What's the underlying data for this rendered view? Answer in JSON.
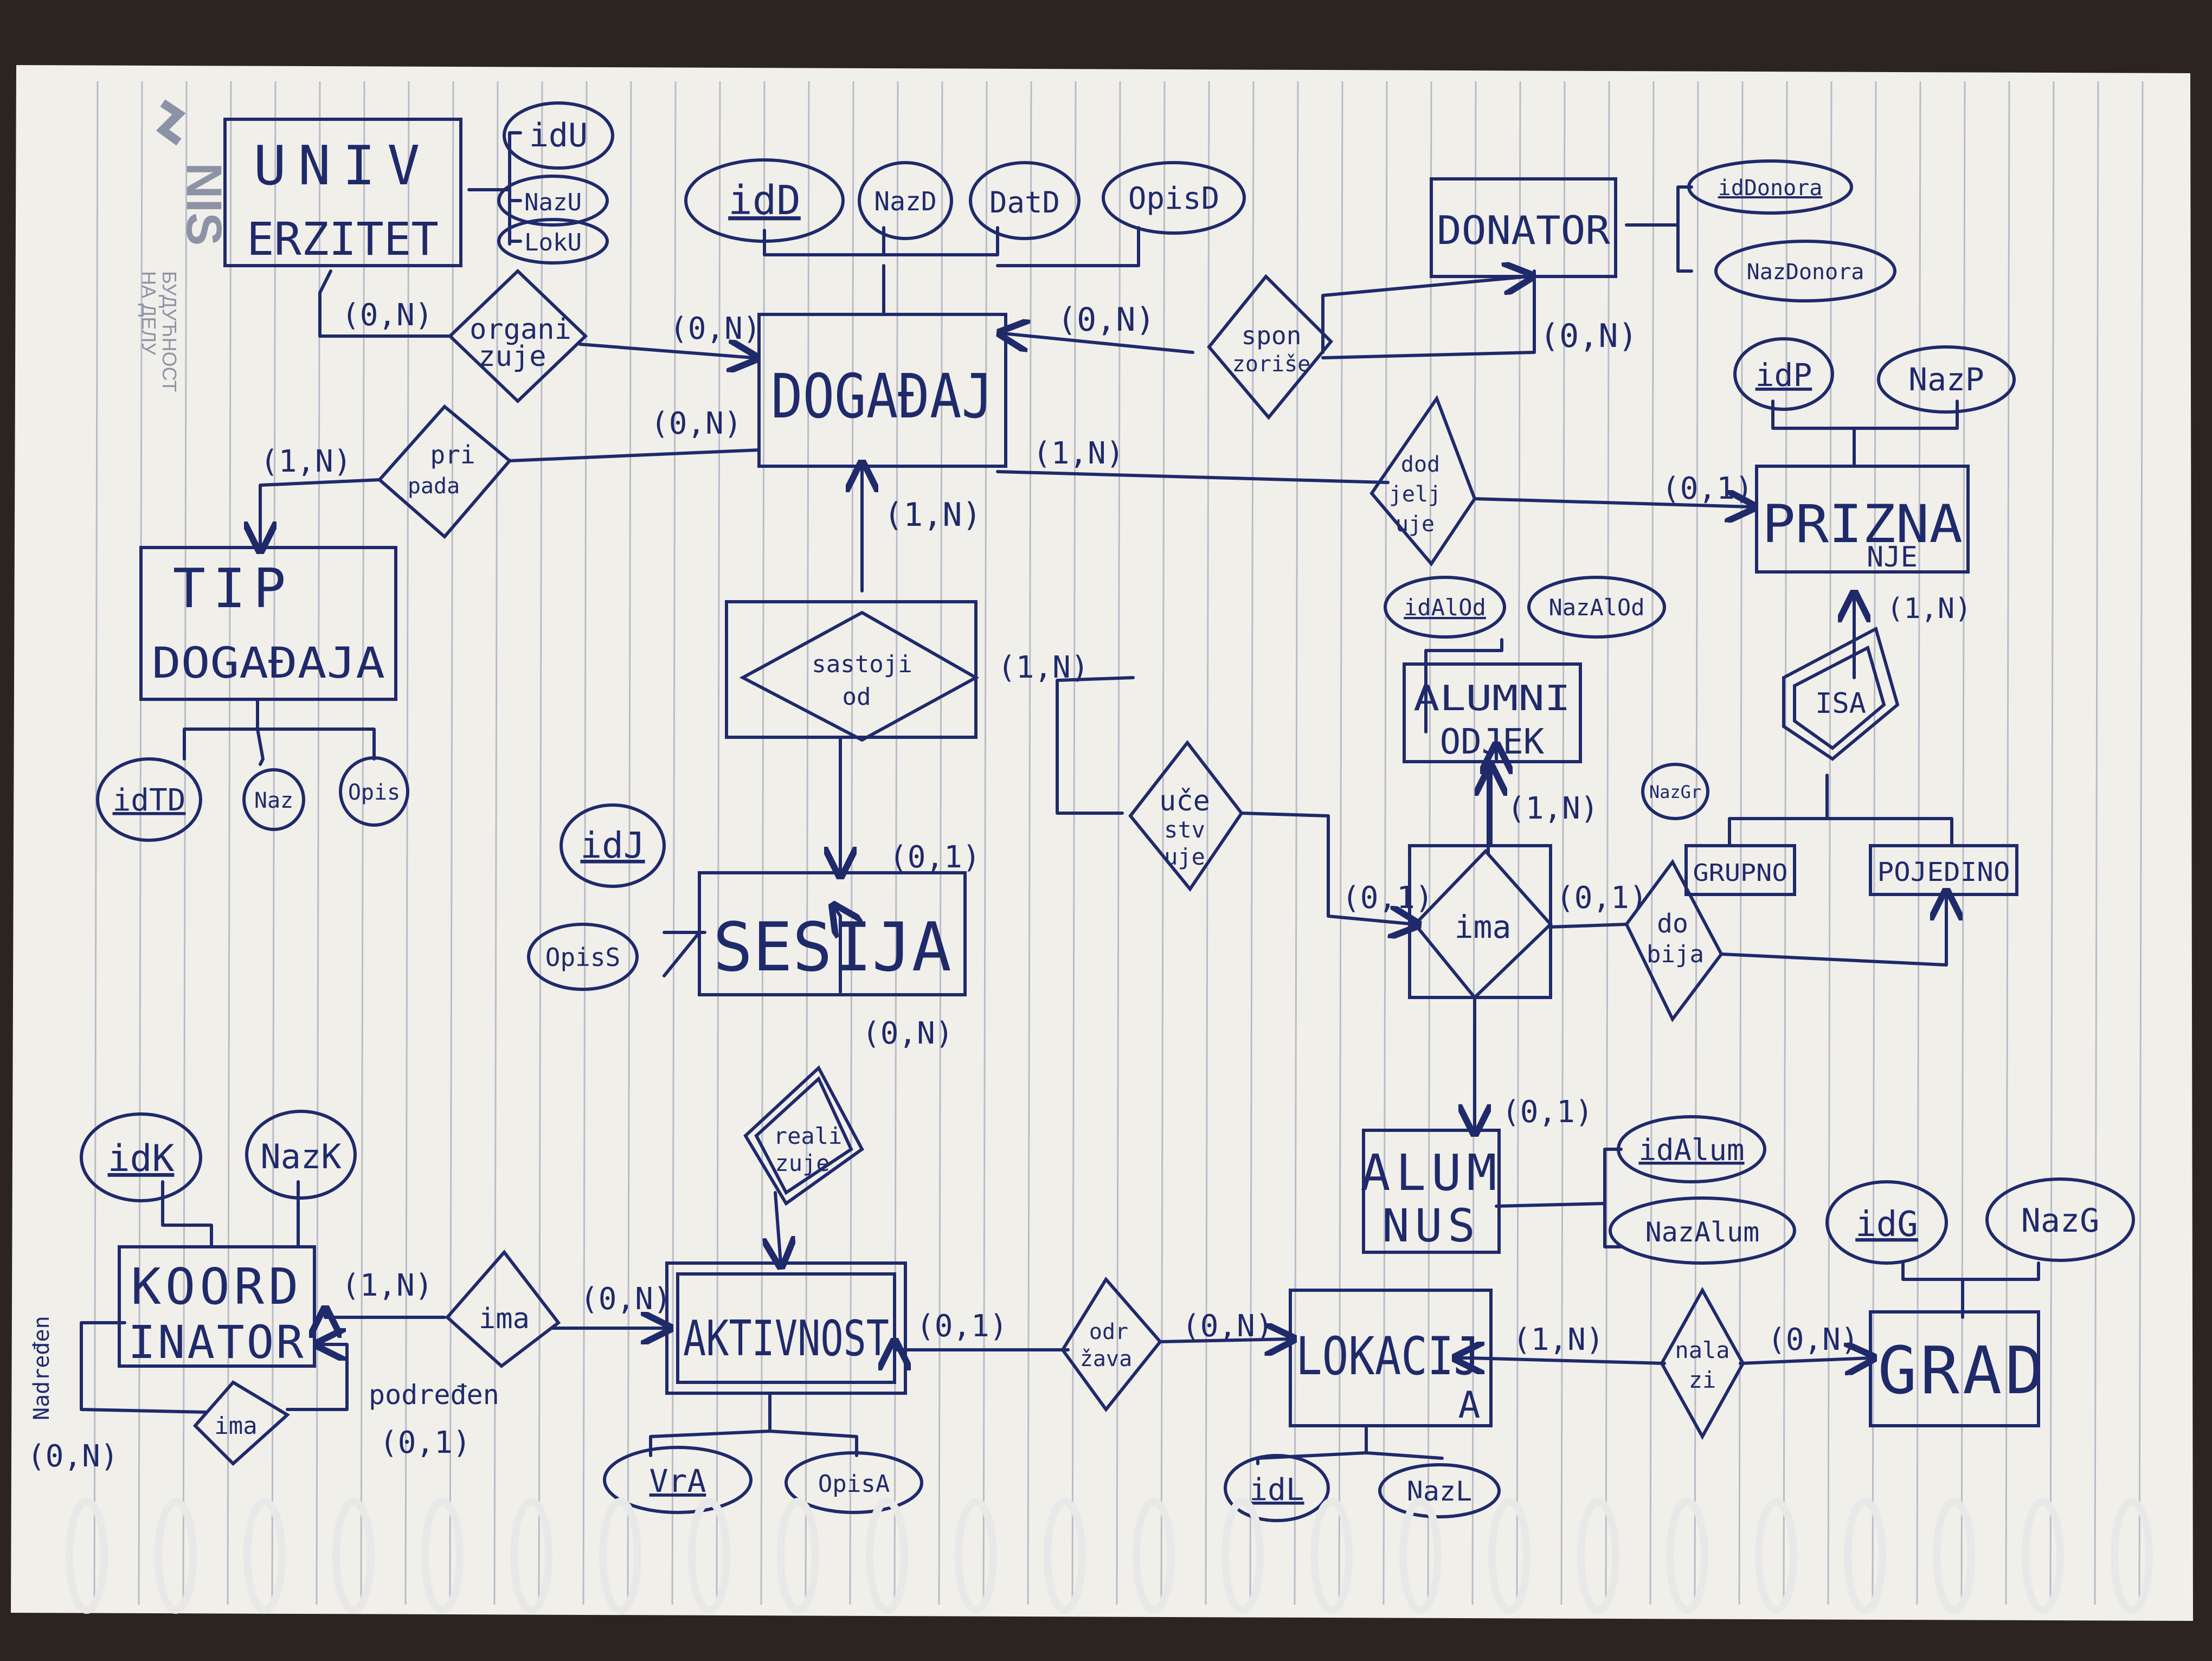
{
  "logo": {
    "brand": "NIS",
    "tagline_1": "БУДУЋНОСТ",
    "tagline_2": "НА ДЕЛУ"
  },
  "colors": {
    "ink": "#1f2a6b",
    "paper": "#f1efea",
    "rule_line": "#b9bcc7",
    "desk": "#2b2420",
    "spiral": "#e8e8e8"
  },
  "entities": {
    "univerzitet": [
      "UNIV",
      "ERZITET"
    ],
    "dogadaj": [
      "DOGAĐAJ"
    ],
    "donator": [
      "DONATOR"
    ],
    "tip_dogadaja": [
      "TIP",
      "DOGAĐAJA"
    ],
    "priznanje": [
      "PRIZNA",
      "NJE"
    ],
    "alumni_odjek": [
      "ALUMNI",
      "ODJEK"
    ],
    "sesija": [
      "SESIJA"
    ],
    "alumnus": [
      "ALUM",
      "NUS"
    ],
    "koordinator": [
      "KOORD",
      "INATOR"
    ],
    "aktivnost": [
      "AKTIVNOST"
    ],
    "lokacija": [
      "LOKACIJ",
      "A"
    ],
    "grad": [
      "GRAD"
    ],
    "grupno": [
      "GRUPNO"
    ],
    "pojedino": [
      "POJEDINO"
    ]
  },
  "attributes": {
    "idU": "idU",
    "NazU": "NazU",
    "LokU": "LokU",
    "idD": "idD",
    "NazD": "NazD",
    "DatD": "DatD",
    "OpisD": "OpisD",
    "idDonora": "idDonora",
    "NazDonora": "NazDonora",
    "idP": "idP",
    "NazP": "NazP",
    "idTD": "idTD",
    "NazTD": "Naz",
    "OpisTD": "Opis",
    "idAlOd": "idAlOd",
    "NazAlOd": "NazAlOd",
    "idJ": "idJ",
    "OpisS": "OpisS",
    "NazGr": "NazGr",
    "idAlum": "idAlum",
    "NazAlum": "NazAlum",
    "idK": "idK",
    "NazK": "NazK",
    "idG": "idG",
    "NazG": "NazG",
    "idL": "idL",
    "NazL": "NazL",
    "VrA": "VrA",
    "OpisA": "OpisA"
  },
  "relationships": {
    "organizuje": [
      "organi",
      "zuje"
    ],
    "pripada": [
      "pri",
      "pada"
    ],
    "sponzorise": [
      "spon",
      "zoriše"
    ],
    "dodeljuje": [
      "dod",
      "jelj",
      "uje"
    ],
    "sastoji_od": [
      "sastoji",
      "od"
    ],
    "ucestvuje": [
      "uče",
      "stv",
      "uje"
    ],
    "ima_alumni": [
      "ima"
    ],
    "dobija": [
      "do",
      "bija"
    ],
    "isa": [
      "ISA"
    ],
    "realizuje": [
      "reali",
      "zuje"
    ],
    "ima_koord": [
      "ima"
    ],
    "ima_self": [
      "ima"
    ],
    "odrzava": [
      "odr",
      "žava"
    ],
    "nalazi": [
      "nala",
      "zi"
    ]
  },
  "cardinalities": {
    "univ_org": "(0,N)",
    "dog_org": "(0,N)",
    "dog_spon": "(0,N)",
    "don_spon": "(0,N)",
    "tip_prip": "(1,N)",
    "dog_prip": "(0,N)",
    "dog_dodj": "(1,N)",
    "priz_dodj": "(0,1)",
    "dog_sast": "(1,N)",
    "sast_uc": "(1,N)",
    "ses_sast": "(0,1)",
    "ses_real": "(0,N)",
    "priz_isa": "(1,N)",
    "odjek_ima": "(1,N)",
    "ima_uc": "(0,1)",
    "ima_dob": "(0,1)",
    "alum_ima": "(0,1)",
    "koord_ima": "(1,N)",
    "akt_ima": "(0,N)",
    "akt_odr": "(0,1)",
    "lok_odr": "(0,N)",
    "lok_nal": "(1,N)",
    "grad_nal": "(0,N)",
    "podredjen": "(0,1)",
    "nadredjen": "(0,N)"
  },
  "role_labels": {
    "podredjen": "podređen",
    "nadredjen": "Nadređen"
  }
}
